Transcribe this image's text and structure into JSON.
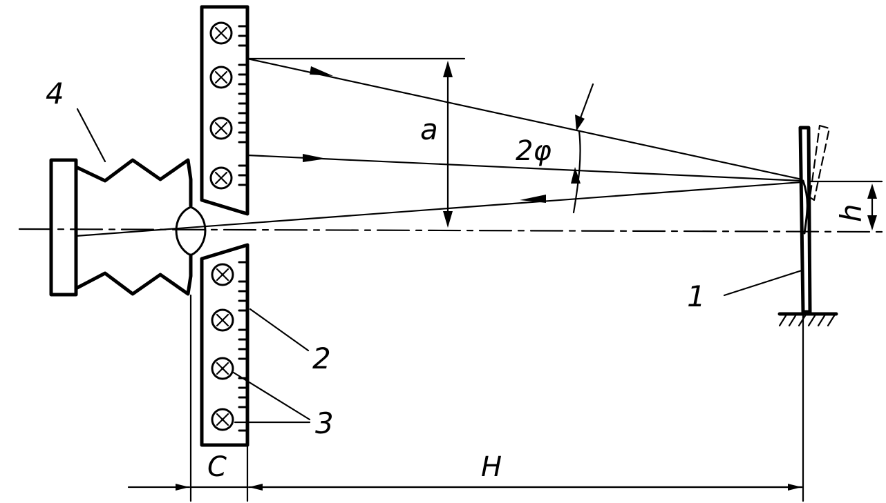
{
  "labels": {
    "part_1": "1",
    "part_2": "2",
    "part_3": "3",
    "part_4": "4",
    "dim_a": "a",
    "angle_2phi": "2φ",
    "dim_h": "h",
    "dim_c": "C",
    "dim_H": "H"
  },
  "colors": {
    "ink": "#000000",
    "paper": "#ffffff"
  }
}
